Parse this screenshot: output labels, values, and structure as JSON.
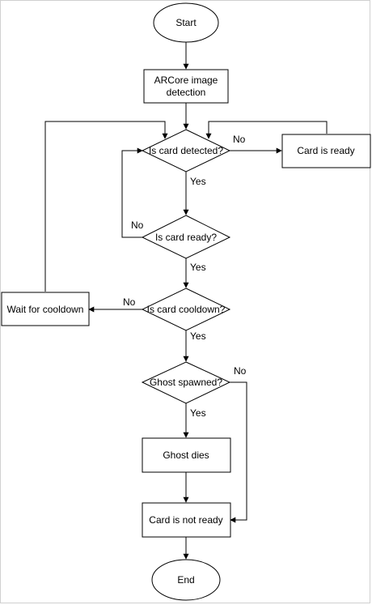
{
  "nodes": {
    "start": "Start",
    "detection_line1": "ARCore image",
    "detection_line2": "detection",
    "card_detected": "Is card detected?",
    "card_is_ready": "Card is ready",
    "card_ready_q": "Is card ready?",
    "card_cooldown_q": "Is card cooldown?",
    "wait_cooldown": "Wait for cooldown",
    "ghost_spawned": "Ghost spawned?",
    "ghost_dies": "Ghost dies",
    "card_not_ready": "Card is not ready",
    "end": "End"
  },
  "labels": {
    "no_detected": "No",
    "yes_detected": "Yes",
    "no_ready": "No",
    "yes_ready": "Yes",
    "no_cooldown": "No",
    "yes_cooldown": "Yes",
    "no_ghost": "No",
    "yes_ghost": "Yes"
  },
  "colors": {
    "stroke": "#000000",
    "fill": "#ffffff"
  }
}
